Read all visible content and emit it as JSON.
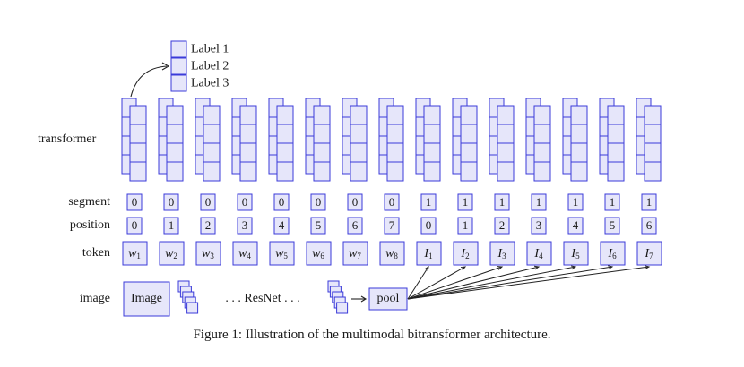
{
  "labels_output": [
    "Label 1",
    "Label 2",
    "Label 3"
  ],
  "row_labels": {
    "transformer": "transformer",
    "segment": "segment",
    "position": "position",
    "token": "token",
    "image": "image"
  },
  "segment_ids": [
    "0",
    "0",
    "0",
    "0",
    "0",
    "0",
    "0",
    "0",
    "1",
    "1",
    "1",
    "1",
    "1",
    "1",
    "1"
  ],
  "position_ids": [
    "0",
    "1",
    "2",
    "3",
    "4",
    "5",
    "6",
    "7",
    "0",
    "1",
    "2",
    "3",
    "4",
    "5",
    "6"
  ],
  "tokens": [
    {
      "sym": "w",
      "sub": "1"
    },
    {
      "sym": "w",
      "sub": "2"
    },
    {
      "sym": "w",
      "sub": "3"
    },
    {
      "sym": "w",
      "sub": "4"
    },
    {
      "sym": "w",
      "sub": "5"
    },
    {
      "sym": "w",
      "sub": "6"
    },
    {
      "sym": "w",
      "sub": "7"
    },
    {
      "sym": "w",
      "sub": "8"
    },
    {
      "sym": "I",
      "sub": "1"
    },
    {
      "sym": "I",
      "sub": "2"
    },
    {
      "sym": "I",
      "sub": "3"
    },
    {
      "sym": "I",
      "sub": "4"
    },
    {
      "sym": "I",
      "sub": "5"
    },
    {
      "sym": "I",
      "sub": "6"
    },
    {
      "sym": "I",
      "sub": "7"
    }
  ],
  "image_row": {
    "image_box": "Image",
    "resnet": ". . . ResNet . . .",
    "pool": "pool"
  },
  "caption": "Figure 1: Illustration of the multimodal bitransformer architecture.",
  "colors": {
    "box_fill": "#e6e6fa",
    "box_stroke": "#3b3bd9",
    "text": "#1a1a1a"
  }
}
